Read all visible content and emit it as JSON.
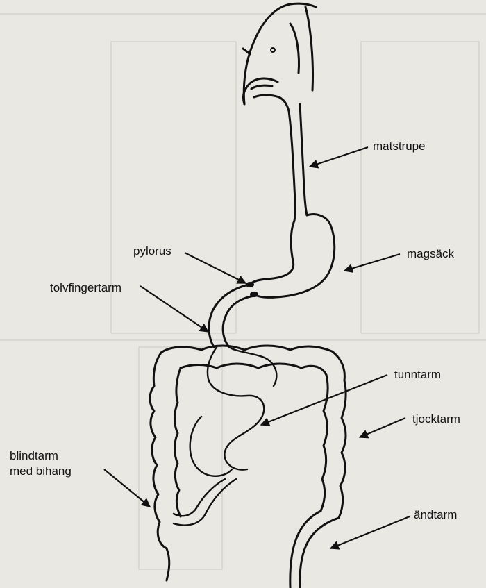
{
  "labels": {
    "matstrupe": "matstrupe",
    "magsack": "magsäck",
    "pylorus": "pylorus",
    "tolvfingertarm": "tolvfingertarm",
    "tunntarm": "tunntarm",
    "tjocktarm": "tjocktarm",
    "blindtarm_line1": "blindtarm",
    "blindtarm_line2": "med bihang",
    "andtarm": "ändtarm"
  },
  "colors": {
    "paper": "#e9e8e3",
    "ink": "#111111"
  }
}
